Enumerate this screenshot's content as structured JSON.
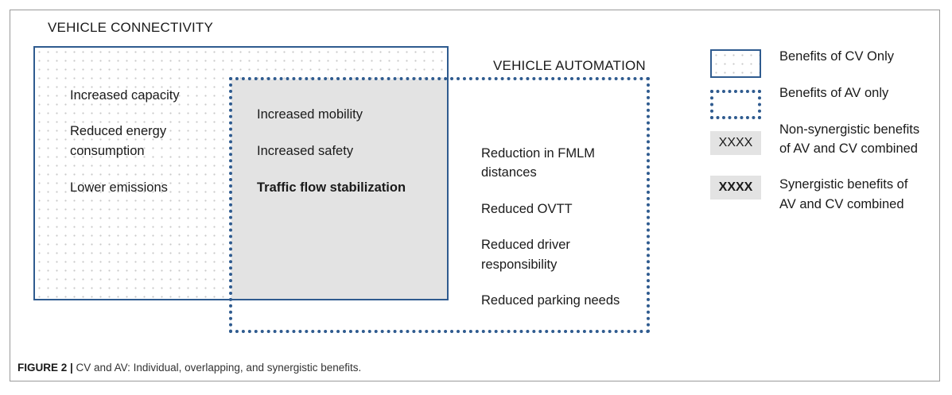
{
  "diagram": {
    "cv_heading": "VEHICLE CONNECTIVITY",
    "av_heading": "VEHICLE AUTOMATION",
    "cv_only": {
      "item1": "Increased capacity",
      "item2_line1": "Reduced energy",
      "item2_line2": "consumption",
      "item3": "Lower emissions"
    },
    "overlap": {
      "item1": "Increased mobility",
      "item2": "Increased safety",
      "item3": "Traffic flow stabilization"
    },
    "av_only": {
      "item1_line1": "Reduction in FMLM",
      "item1_line2": "distances",
      "item2": "Reduced OVTT",
      "item3_line1": "Reduced driver",
      "item3_line2": "responsibility",
      "item4": "Reduced parking needs"
    }
  },
  "legend": {
    "cv_only": "Benefits of CV Only",
    "av_only": "Benefits of AV only",
    "non_syn_sample": "XXXX",
    "non_syn_line1": "Non-synergistic benefits",
    "non_syn_line2": "of AV and CV combined",
    "syn_sample": "XXXX",
    "syn_line1": "Synergistic benefits of",
    "syn_line2": "AV and CV combined"
  },
  "caption": {
    "label": "FIGURE 2 |",
    "text": " CV and AV: Individual, overlapping, and synergistic benefits."
  },
  "colors": {
    "border_blue": "#2f5b8f",
    "overlap_grey": "#e3e3e3"
  }
}
